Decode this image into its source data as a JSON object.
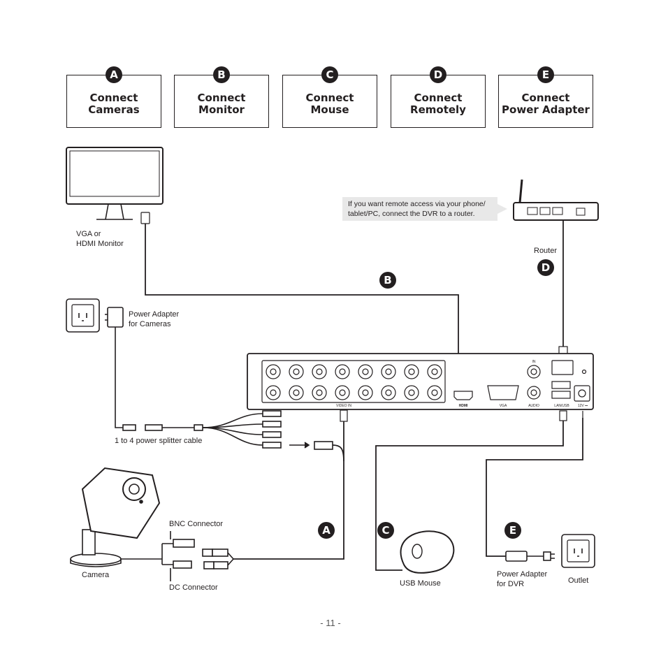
{
  "steps": [
    {
      "letter": "A",
      "label": "Connect\nCameras"
    },
    {
      "letter": "B",
      "label": "Connect\nMonitor"
    },
    {
      "letter": "C",
      "label": "Connect\nMouse"
    },
    {
      "letter": "D",
      "label": "Connect\nRemotely"
    },
    {
      "letter": "E",
      "label": "Connect\nPower Adapter"
    }
  ],
  "labels": {
    "monitor": "VGA or\nHDMI Monitor",
    "router_note": "If you want remote access via your phone/\ntablet/PC, connect the DVR to a router.",
    "router": "Router",
    "camera_power_adapter": "Power Adapter\nfor Cameras",
    "splitter": "1 to 4 power splitter cable",
    "bnc_connector": "BNC Connector",
    "dc_connector": "DC Connector",
    "camera": "Camera",
    "usb_mouse": "USB Mouse",
    "dvr_power_adapter": "Power Adapter\nfor DVR",
    "outlet": "Outlet"
  },
  "dvr_ports": {
    "video_in": "VIDEO IN",
    "hdmi": "HDMI",
    "vga": "VGA",
    "audio_in": "IN",
    "audio": "AUDIO",
    "lan_usb": "LAN/USB",
    "power": "12V ⎓"
  },
  "diagram_badges": {
    "b": "B",
    "d": "D",
    "a": "A",
    "c": "C",
    "e": "E"
  },
  "page_number": "- 11 -"
}
